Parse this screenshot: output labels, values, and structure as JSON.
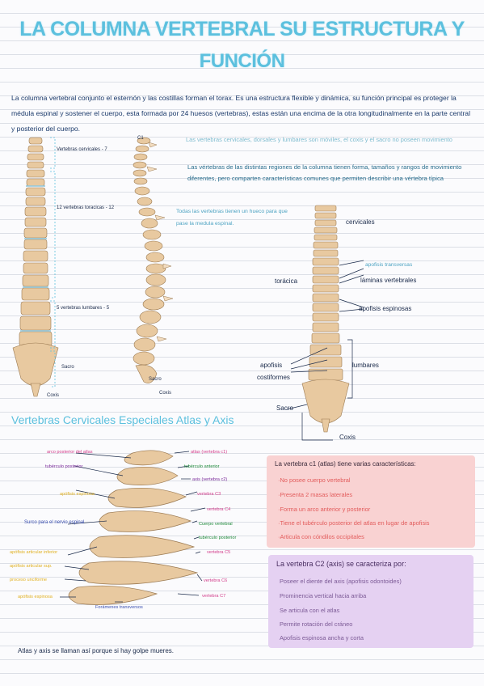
{
  "title_line1": "LA COLUMNA VERTEBRAL SU ESTRUCTURA Y",
  "title_line2": "FUNCIÓN",
  "intro": "La columna vertebral conjunto el esternón y las costillas forman el torax. Es una estructura flexible y dinámica, su función principal es proteger la médula espinal y sostener el cuerpo, esta formada por 24 huesos (vertebras), estas están una encima de la otra longitudinalmente en la parte central y posterior del cuerpo.",
  "front_labels": {
    "cervical": "Vertebras cervicales - 7",
    "toracica": "12 vertebras toracicas - 12",
    "lumbar": "5 vertebras lumbares - 5",
    "sacro": "Sacro",
    "coxis": "Coxis"
  },
  "side_labels": {
    "c1": "C1",
    "sacro": "Sacro",
    "coxis": "Coxis"
  },
  "notes": {
    "n1": "Las vertebras cervicales, dorsales y lumbares son móviles, el coxis y el sacro no poseen movimiento",
    "n2": "Las vértebras de las distintas regiones de la columna tienen forma, tamaños y rangos de movimiento diferentes, pero comparten características comunes que permiten describir una vértebra típica",
    "n3": "Todas las vertebras tienen un hueco para que pase la medula espinal."
  },
  "back_labels": {
    "cervicales": "cervicales",
    "apofisis_transversas": "apofisis transversas",
    "laminas": "láminas vertebrales",
    "toracica": "torácica",
    "espinosas": "apofisis espinosas",
    "costiformes1": "apofisis",
    "costiformes2": "costiformes",
    "lumbares": "lumbares",
    "sacro": "Sacro",
    "coxis": "Coxis"
  },
  "subtitle": "Vertebras Cervicales Especiales Atlas y Axis",
  "cervical_labels_left": [
    {
      "text": "arco posterior del atlas",
      "color": "#d23b8a"
    },
    {
      "text": "tubérculo posterior",
      "color": "#7a2a9a"
    },
    {
      "text": "apófisis espinosa",
      "color": "#e0b020"
    },
    {
      "text": "Surco para el nervio espinal",
      "color": "#3a4fb0"
    },
    {
      "text": "apófisis articular inferior",
      "color": "#e0b020"
    },
    {
      "text": "apófisis articular sup.",
      "color": "#e0b020"
    },
    {
      "text": "proceso unciforme",
      "color": "#e0b020"
    },
    {
      "text": "apófisis espinosa",
      "color": "#e0b020"
    },
    {
      "text": "Forámenes transversos",
      "color": "#3a4fb0"
    }
  ],
  "cervical_labels_right": [
    {
      "text": "atlas (vertebra c1)",
      "color": "#d23b8a"
    },
    {
      "text": "tubérculo anterior",
      "color": "#1e8a3a"
    },
    {
      "text": "axis (vertebra c2)",
      "color": "#7a2a9a"
    },
    {
      "text": "vertebra C3",
      "color": "#d23b8a"
    },
    {
      "text": "vertebra C4",
      "color": "#d23b8a"
    },
    {
      "text": "Cuerpo vertebral",
      "color": "#1e8a3a"
    },
    {
      "text": "tubérculo posterior",
      "color": "#1e8a3a"
    },
    {
      "text": "vertebra C5",
      "color": "#d23b8a"
    },
    {
      "text": "vertebra C6",
      "color": "#d23b8a"
    },
    {
      "text": "vertebra C7",
      "color": "#d23b8a"
    }
  ],
  "atlas_box": {
    "header": "La vertebra c1 (atlas) tiene varias características:",
    "items": [
      "·No posee cuerpo vertebral",
      "·Presenta 2 masas laterales",
      "·Forma un arco anterior y posterior",
      "·Tiene el tubérculo posterior del atlas en lugar de apofisis",
      "·Articula con cóndilos occipitales"
    ]
  },
  "axis_box": {
    "header": "La vertebra C2 (axis) se caracteriza por:",
    "items": [
      "Poseer el diente del axis (apofisis odontoides)",
      "Prominencia vertical hacia arriba",
      "Se articula con el atlas",
      "Permite rotación del cráneo",
      "Apofisis espinosa ancha y corta"
    ]
  },
  "footer": "Atlas y axis se llaman así porque si hay golpe mueres."
}
